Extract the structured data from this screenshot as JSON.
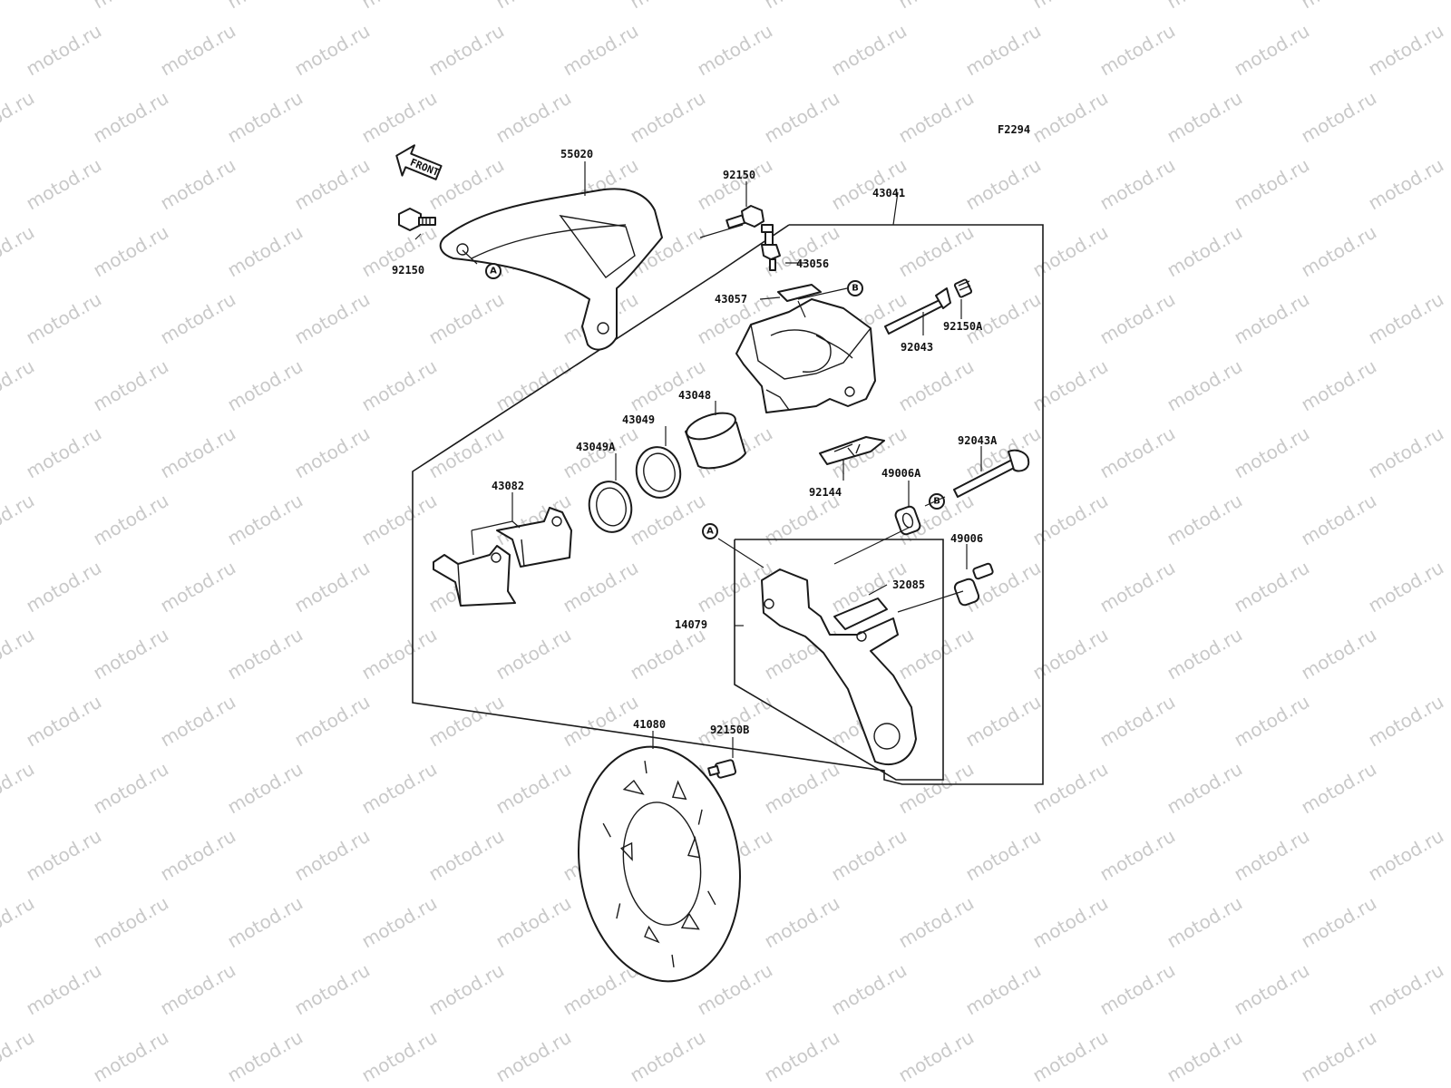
{
  "figure_code": "F2294",
  "front_label": "FRONT",
  "watermark_text": "motod.ru",
  "parts": {
    "p55020": "55020",
    "p92150_left": "92150",
    "p92150_top": "92150",
    "p43041": "43041",
    "p43056": "43056",
    "p43057": "43057",
    "p92043": "92043",
    "p92150A": "92150A",
    "p43048": "43048",
    "p43049": "43049",
    "p43049A": "43049A",
    "p43082": "43082",
    "p92144": "92144",
    "p92043A": "92043A",
    "p49006A": "49006A",
    "p49006": "49006",
    "p32085": "32085",
    "p14079": "14079",
    "p41080": "41080",
    "p92150B": "92150B"
  },
  "refs": {
    "a": "A",
    "b": "B"
  }
}
